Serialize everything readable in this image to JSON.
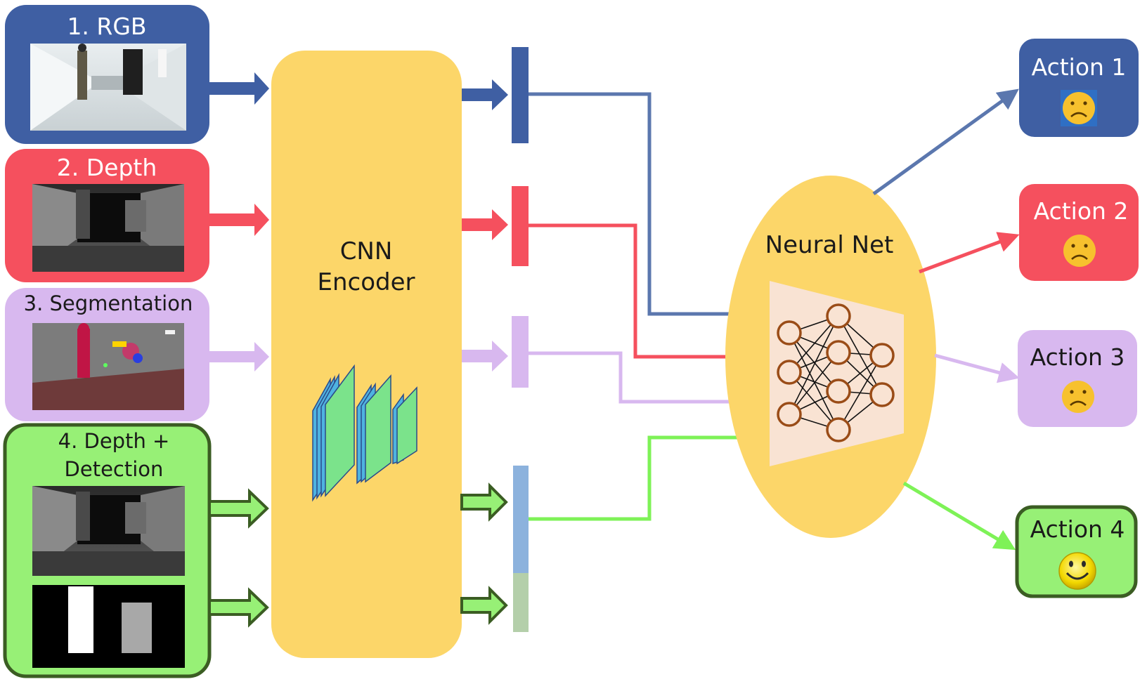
{
  "inputs": {
    "rgb": {
      "label": "1. RGB"
    },
    "depth": {
      "label": "2. Depth"
    },
    "segmentation": {
      "label": "3. Segmentation"
    },
    "depth_detection": {
      "label_line1": "4. Depth +",
      "label_line2": "Detection"
    }
  },
  "encoder": {
    "line1": "CNN",
    "line2": "Encoder"
  },
  "network": {
    "label": "Neural Net"
  },
  "actions": [
    {
      "label": "Action 1",
      "face": "sad-face-icon"
    },
    {
      "label": "Action 2",
      "face": "sad-face-icon"
    },
    {
      "label": "Action 3",
      "face": "sad-face-icon"
    },
    {
      "label": "Action 4",
      "face": "smiley-face-icon"
    }
  ],
  "colors": {
    "rgb": "#3f5fa3",
    "depth": "#f5505e",
    "segmentation": "#d8b8ef",
    "detection": "#97f076",
    "detection_border": "#3b5d23",
    "encoder": "#fcd669",
    "network_panel": "#f9e3d3",
    "neuron_stroke": "#9a4c17"
  }
}
